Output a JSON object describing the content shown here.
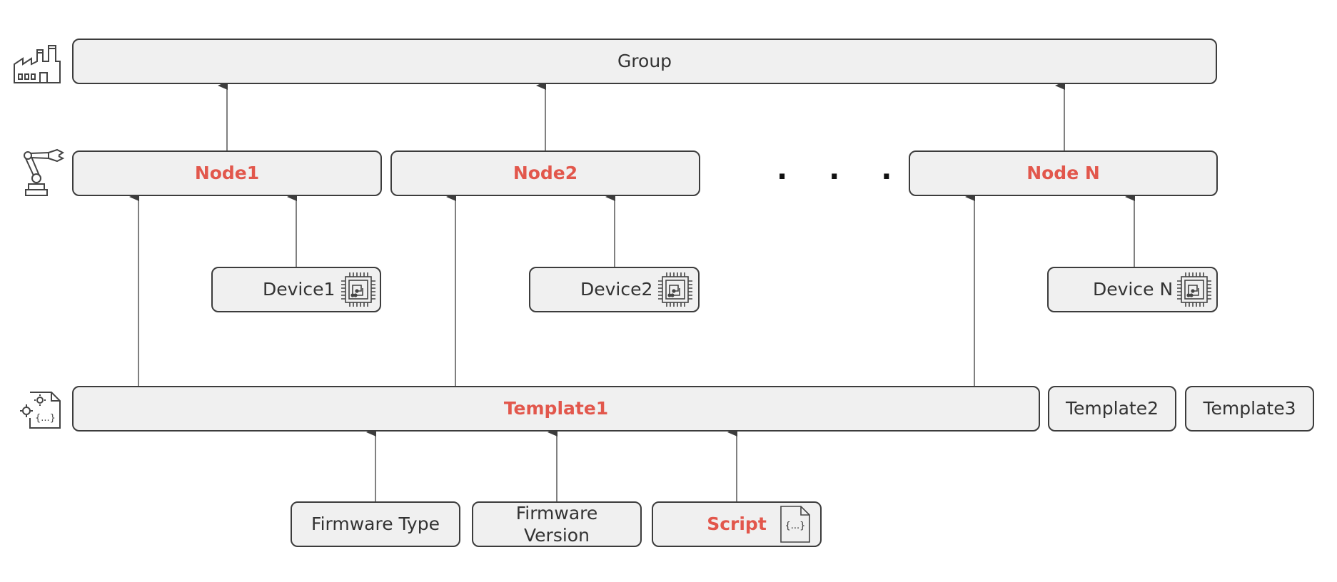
{
  "colors": {
    "accent": "#e2574c",
    "box_fill": "#f0f0f0",
    "border": "#3c3c3c"
  },
  "group": {
    "label": "Group",
    "icon": "factory-icon"
  },
  "nodes": {
    "icon": "robot-arm-icon",
    "items": [
      "Node1",
      "Node2",
      "Node N"
    ],
    "ellipsis": ". . ."
  },
  "devices": {
    "items": [
      "Device1",
      "Device2",
      "Device N"
    ],
    "icon": "chip-icon"
  },
  "templates": {
    "icon": "config-file-icon",
    "items": [
      "Template1",
      "Template2",
      "Template3"
    ]
  },
  "template_parts": {
    "firmware_type": "Firmware Type",
    "firmware_version": "Firmware\nVersion",
    "script": "Script",
    "script_icon": "code-file-icon",
    "script_icon_text": "{...}"
  }
}
